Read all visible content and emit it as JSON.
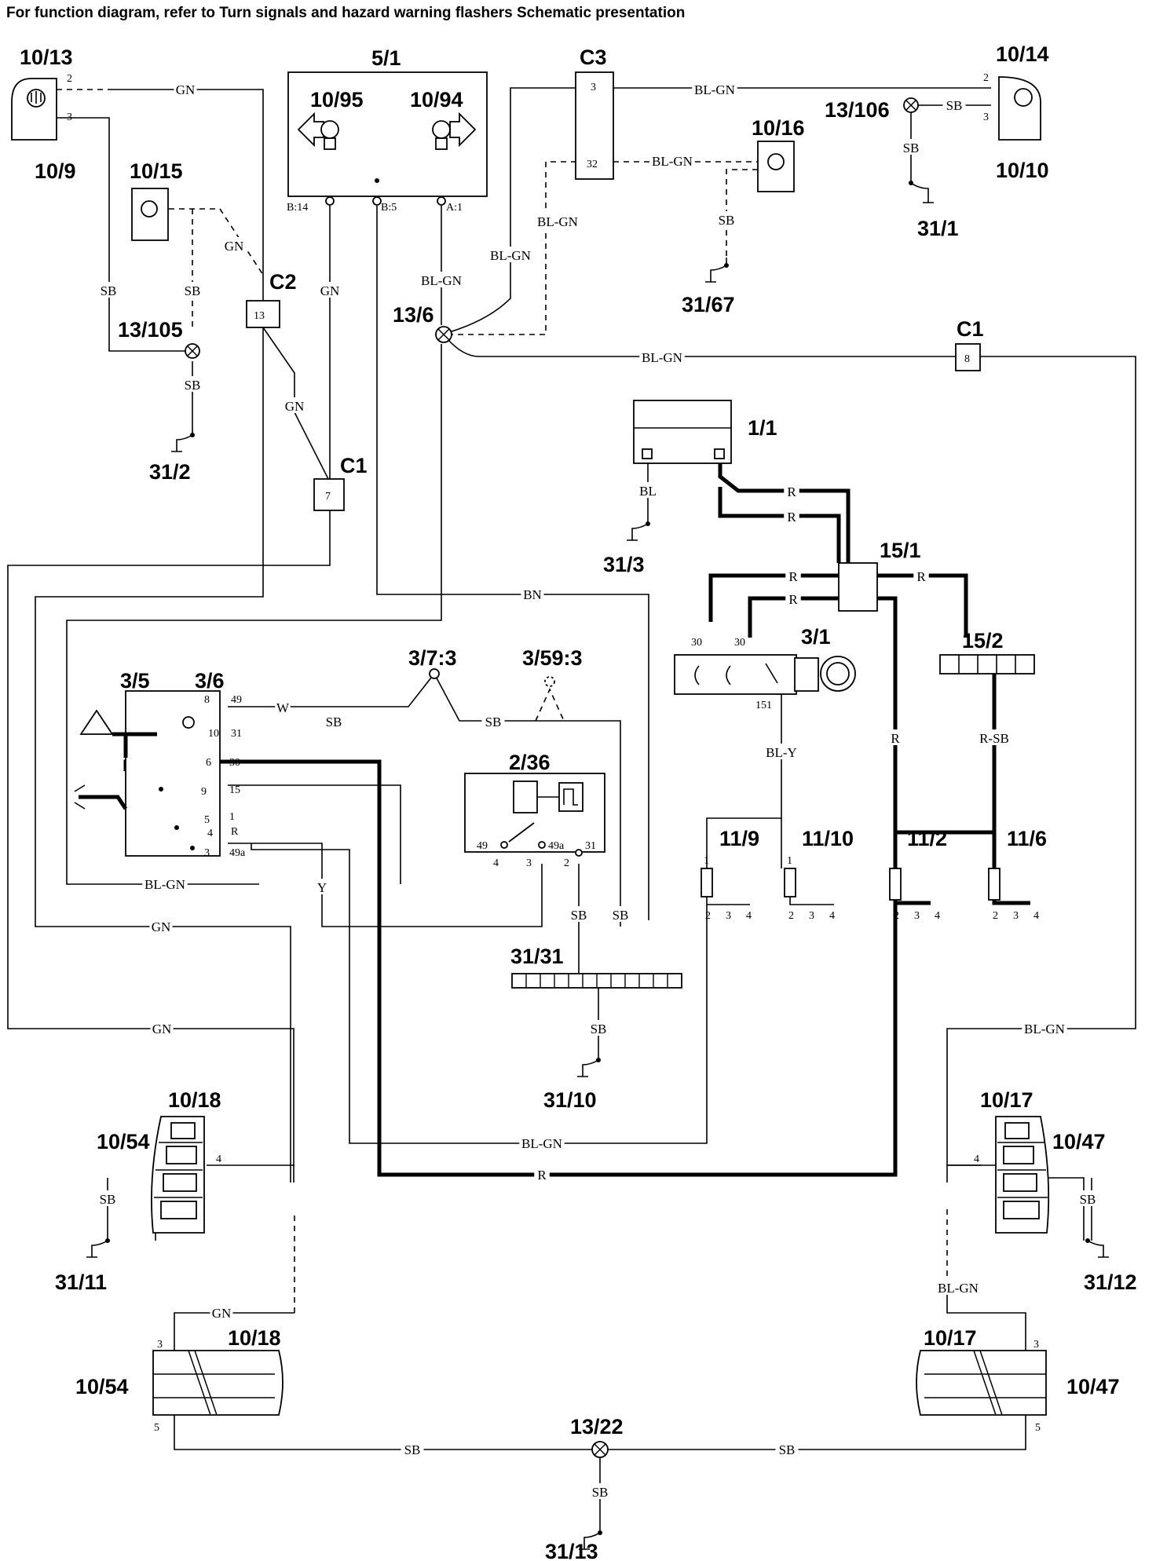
{
  "header": {
    "title": "For function diagram, refer to Turn signals and hazard warning flashers Schematic presentation"
  },
  "components": {
    "c_10_13": "10/13",
    "c_10_9": "10/9",
    "c_10_15": "10/15",
    "c_13_105": "13/105",
    "c_31_2": "31/2",
    "c_c2": "C2",
    "c_c2_pin": "13",
    "c_5_1": "5/1",
    "c_10_95": "10/95",
    "c_10_94": "10/94",
    "c_b14": "B:14",
    "c_b5": "B:5",
    "c_a1": "A:1",
    "c_c3": "C3",
    "c_c3_pin_top": "3",
    "c_c3_pin_bottom": "32",
    "c_10_16": "10/16",
    "c_31_67": "31/67",
    "c_10_14": "10/14",
    "c_13_106": "13/106",
    "c_10_10": "10/10",
    "c_31_1": "31/1",
    "c_13_6": "13/6",
    "c_c1_right": "C1",
    "c_c1_right_pin": "8",
    "c_c1_left": "C1",
    "c_c1_left_pin": "7",
    "c_1_1": "1/1",
    "c_31_3": "31/3",
    "c_15_1": "15/1",
    "c_3_1": "3/1",
    "c_30a": "30",
    "c_30b": "30",
    "c_151": "151",
    "c_15_2": "15/2",
    "c_3_5": "3/5",
    "c_3_6": "3/6",
    "c_3_7_3": "3/7:3",
    "c_3_59_3": "3/59:3",
    "c_2_36": "2/36",
    "c_pin_49_relay": "49",
    "c_pin_49a_relay": "49a",
    "c_pin_31_relay": "31",
    "c_pin_4_relay": "4",
    "c_pin_3_relay": "3",
    "c_pin_2_relay": "2",
    "c_11_9": "11/9",
    "c_11_10": "11/10",
    "c_11_2": "11/2",
    "c_11_6": "11/6",
    "c_31_31": "31/31",
    "c_31_10": "31/10",
    "c_10_18_top": "10/18",
    "c_10_54_top": "10/54",
    "c_31_11": "31/11",
    "c_10_17_top": "10/17",
    "c_10_47_top": "10/47",
    "c_31_12": "31/12",
    "c_10_18_bottom": "10/18",
    "c_10_54_bottom": "10/54",
    "c_10_17_bottom": "10/17",
    "c_10_47_bottom": "10/47",
    "c_13_22": "13/22",
    "c_31_13": "31/13"
  },
  "switch_pins": [
    "8",
    "49",
    "10",
    "31",
    "6",
    "30",
    "9",
    "15",
    "5",
    "1",
    "4",
    "R",
    "3",
    "49a"
  ],
  "fuse_pins": {
    "top": "1",
    "bottom": [
      "2",
      "3",
      "4"
    ]
  },
  "pin_numbers": {
    "lamp_2": "2",
    "lamp_3": "3",
    "lamp_4": "4",
    "lamp_5": "5"
  },
  "wire_labels": {
    "gn": "GN",
    "sb": "SB",
    "bl_gn": "BL-GN",
    "bl": "BL",
    "r": "R",
    "r_sb": "R-SB",
    "bl_y": "BL-Y",
    "bn": "BN",
    "w": "W",
    "y": "Y"
  }
}
